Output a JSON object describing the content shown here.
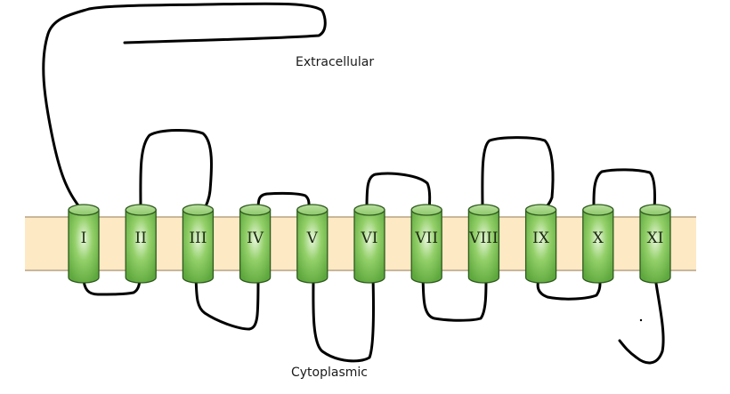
{
  "labels": {
    "extracellular": "Extracellular",
    "cytoplasmic": "Cytoplasmic"
  },
  "helices": [
    "I",
    "II",
    "III",
    "IV",
    "V",
    "VI",
    "VII",
    "VIII",
    "IX",
    "X",
    "XI"
  ],
  "colors": {
    "membrane": "#fde9c4",
    "membrane_edge": "#c9b79a",
    "helix_light": "#d9f0c4",
    "helix_mid": "#8fcc66",
    "helix_dark": "#5aa63a",
    "helix_outline": "#2f5a1e",
    "loop": "#000000"
  }
}
